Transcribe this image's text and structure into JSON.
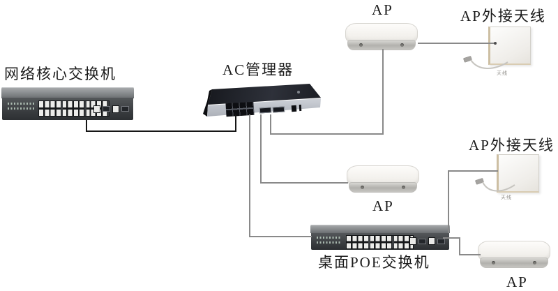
{
  "colors": {
    "background": "#ffffff",
    "cable_gray": "#898989",
    "cable_black": "#161616",
    "switch_body": "#3a3d40",
    "ac_body": "#1a1c22",
    "ap_body": "#f3f1ed",
    "antenna_body": "#efede9"
  },
  "nodes": {
    "core_switch": {
      "type": "rack-switch",
      "label": "网络核心交换机"
    },
    "ac_controller": {
      "type": "wireless-controller",
      "label": "AC管理器"
    },
    "ap_top": {
      "type": "access-point",
      "label": "AP"
    },
    "antenna_top": {
      "type": "panel-antenna",
      "label": "AP外接天线",
      "caption": "天线"
    },
    "ap_middle": {
      "type": "access-point",
      "label": "AP"
    },
    "antenna_middle": {
      "type": "panel-antenna",
      "label": "AP外接天线",
      "caption": "天线"
    },
    "poe_switch": {
      "type": "rack-switch",
      "label": "桌面POE交换机"
    },
    "ap_bottom": {
      "type": "access-point",
      "label": "AP"
    }
  },
  "connections": [
    {
      "from": "core_switch",
      "to": "ac_controller",
      "style": "black"
    },
    {
      "from": "ac_controller",
      "to": "ap_top",
      "style": "gray"
    },
    {
      "from": "ac_controller",
      "to": "ap_middle",
      "style": "gray"
    },
    {
      "from": "ac_controller",
      "to": "poe_switch",
      "style": "gray"
    },
    {
      "from": "ap_top",
      "to": "antenna_top",
      "style": "gray"
    },
    {
      "from": "poe_switch",
      "to": "antenna_middle",
      "style": "gray"
    },
    {
      "from": "poe_switch",
      "to": "ap_bottom",
      "style": "gray"
    }
  ]
}
